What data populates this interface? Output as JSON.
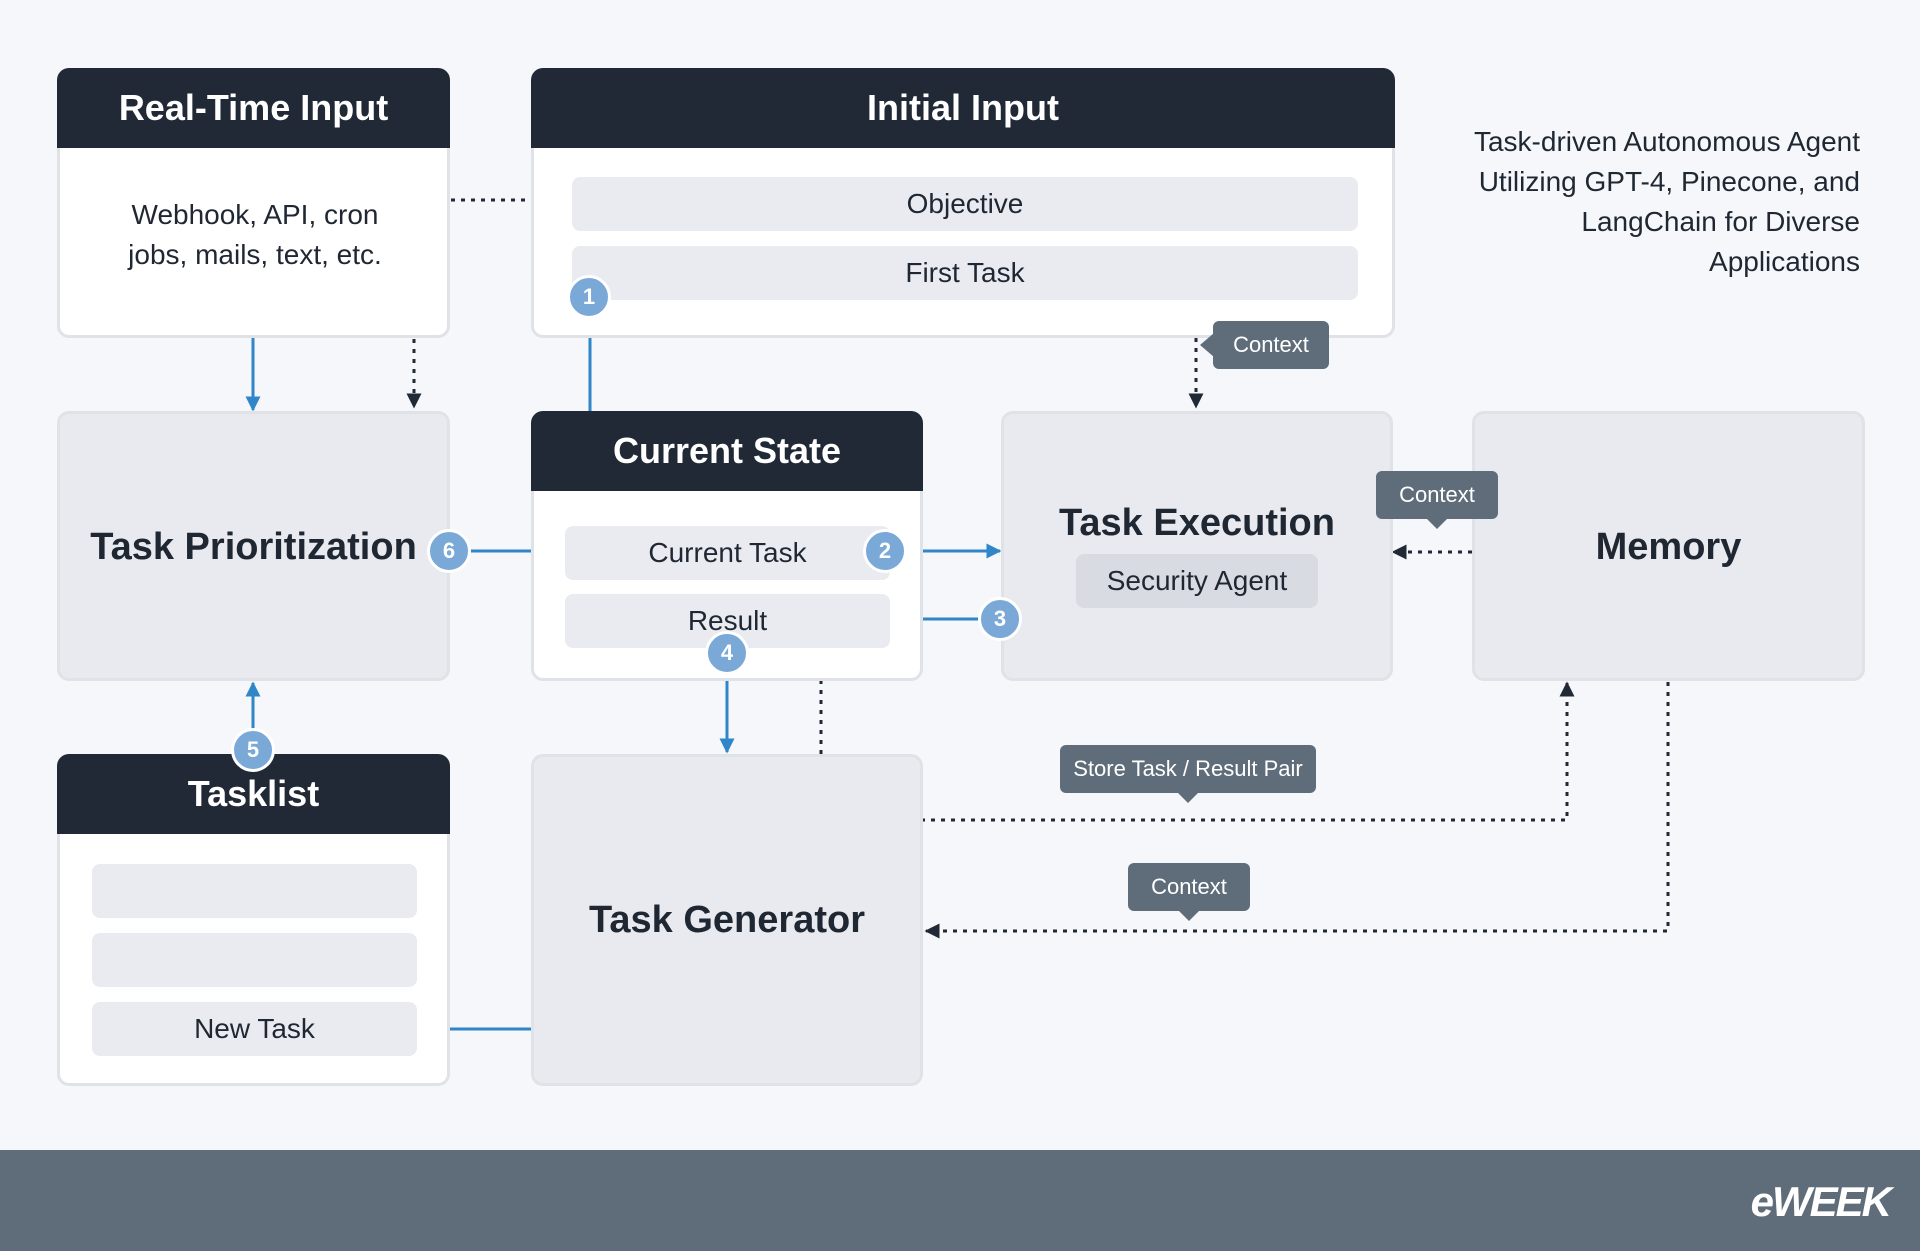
{
  "subtitle": "Task-driven Autonomous Agent Utilizing GPT-4, Pinecone, and LangChain for Diverse Applications",
  "real_time_input": {
    "title": "Real-Time Input",
    "body": "Webhook, API, cron jobs, mails, text, etc."
  },
  "initial_input": {
    "title": "Initial Input",
    "objective": "Objective",
    "first_task": "First Task"
  },
  "task_prioritization": {
    "title": "Task Prioritization"
  },
  "current_state": {
    "title": "Current State",
    "current_task": "Current Task",
    "result": "Result"
  },
  "task_execution": {
    "title": "Task Execution",
    "agent": "Security Agent"
  },
  "memory": {
    "title": "Memory"
  },
  "tasklist": {
    "title": "Tasklist",
    "new_task": "New Task"
  },
  "task_generator": {
    "title": "Task Generator"
  },
  "tags": {
    "context_execution": "Context",
    "context_memory": "Context",
    "store_pair": "Store Task / Result Pair",
    "context_generator": "Context"
  },
  "badges": [
    "1",
    "2",
    "3",
    "4",
    "5",
    "6"
  ],
  "footer": {
    "logo": "eWEEK"
  },
  "colors": {
    "dark_header": "#212936",
    "arrow_blue": "#2f86c8",
    "badge_blue": "#7aa9d8",
    "footer": "#5f6d7b"
  }
}
